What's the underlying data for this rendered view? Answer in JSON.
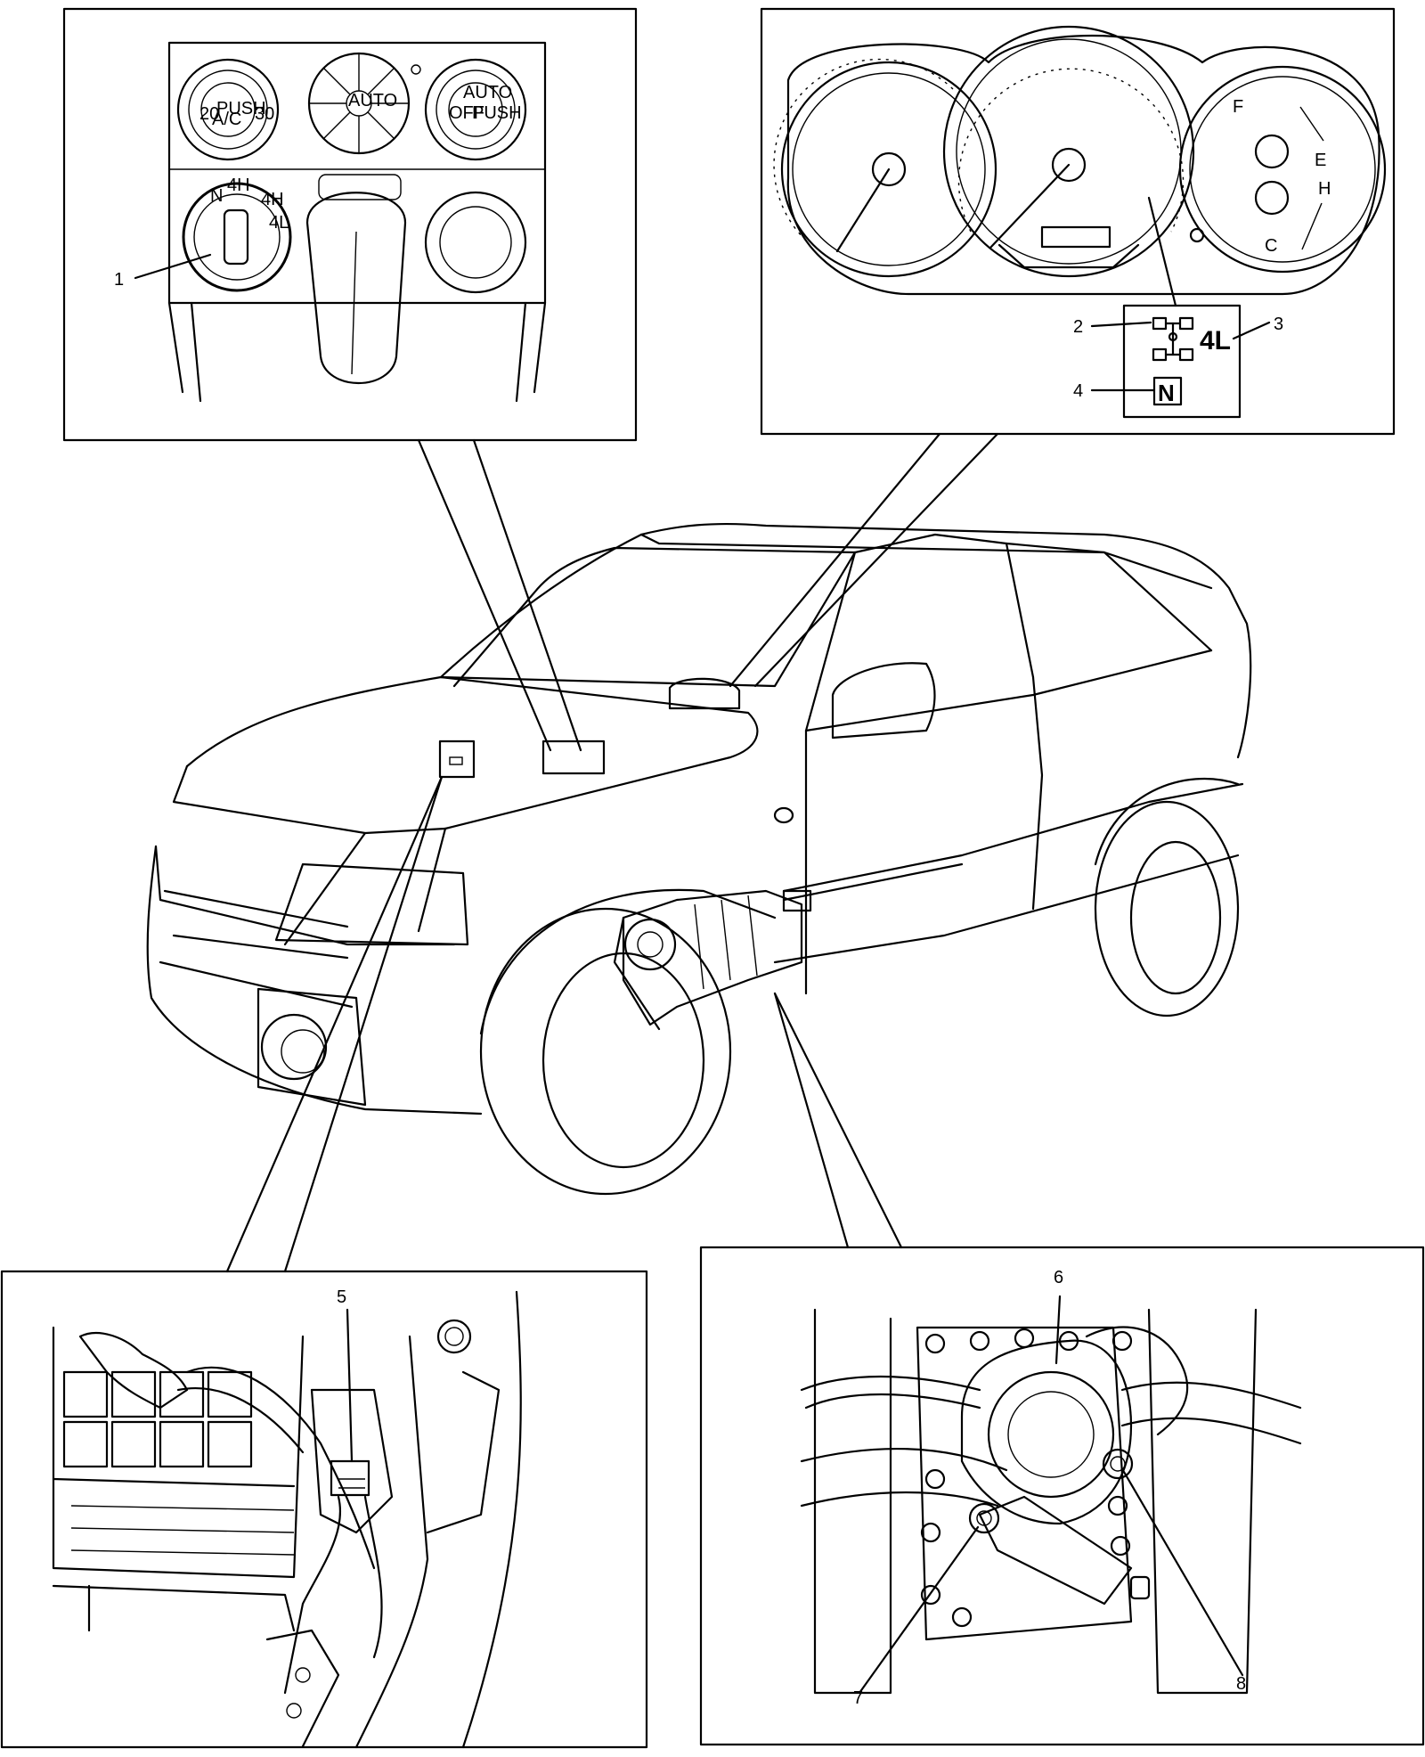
{
  "callouts": [
    {
      "id": "1",
      "text": "1"
    },
    {
      "id": "2",
      "text": "2"
    },
    {
      "id": "3",
      "text": "3"
    },
    {
      "id": "4",
      "text": "4"
    },
    {
      "id": "5",
      "text": "5"
    },
    {
      "id": "6",
      "text": "6"
    },
    {
      "id": "7",
      "text": "7"
    },
    {
      "id": "8",
      "text": "8"
    }
  ],
  "indicators": {
    "mode_4l": "4L",
    "neutral": "N"
  },
  "climate_panel": {
    "ac": "A/C",
    "auto": "AUTO",
    "push": "PUSH",
    "off": "OFF",
    "temp_low": "20",
    "temp_high": "30"
  },
  "transfer_switch": {
    "pos_n": "N",
    "pos_4h": "4H",
    "pos_4h_lock": "4H",
    "pos_4l": "4L"
  },
  "gauges": {
    "fuel_full": "F",
    "fuel_empty": "E",
    "temp_hot": "H",
    "temp_cold": "C"
  }
}
